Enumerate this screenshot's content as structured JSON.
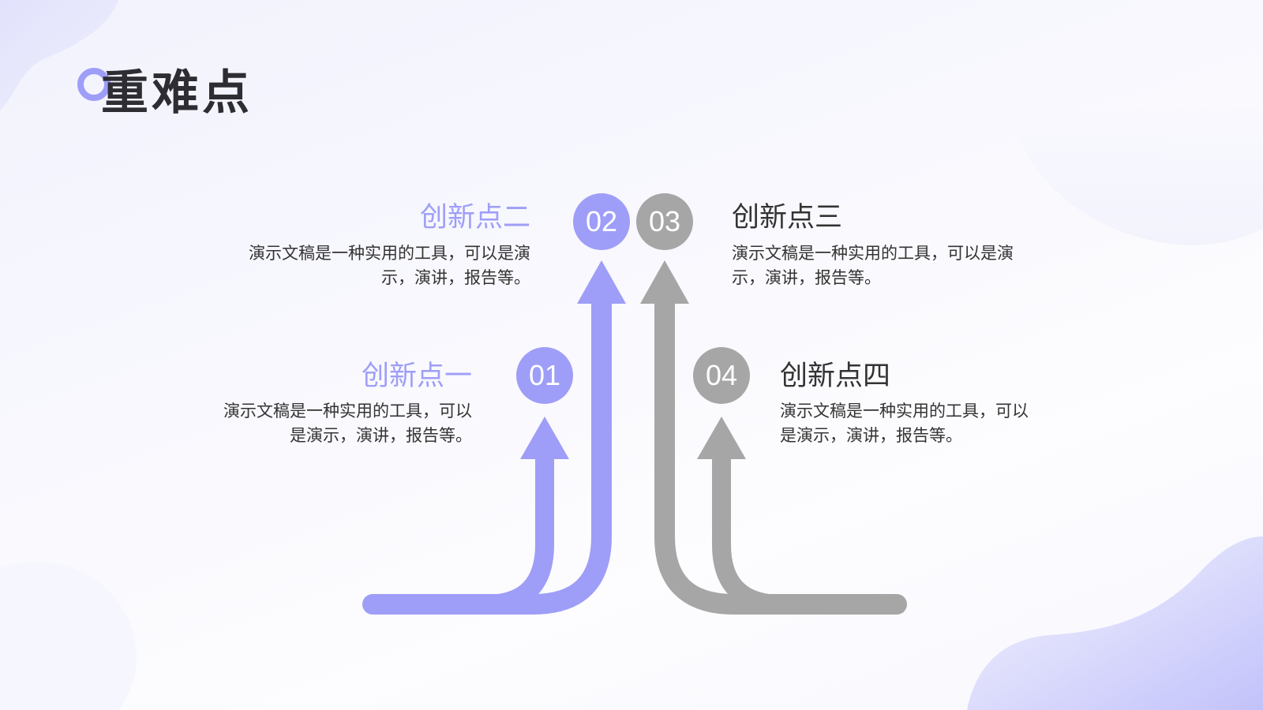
{
  "title": "重难点",
  "colors": {
    "accent": "#9e9ef8",
    "gray": "#a6a6a6",
    "text": "#333333",
    "title": "#2d2d33"
  },
  "items": [
    {
      "number": "01",
      "heading": "创新点一",
      "description": "演示文稿是一种实用的工具，可以是演示，演讲，报告等。",
      "line1": "演示文稿是一种实用的工具，可以",
      "line2": "是演示，演讲，报告等。"
    },
    {
      "number": "02",
      "heading": "创新点二",
      "description": "演示文稿是一种实用的工具，可以是演示，演讲，报告等。",
      "line1": "演示文稿是一种实用的工具，可以是演",
      "line2": "示，演讲，报告等。"
    },
    {
      "number": "03",
      "heading": "创新点三",
      "description": "演示文稿是一种实用的工具，可以是演示，演讲，报告等。",
      "line1": "演示文稿是一种实用的工具，可以是演",
      "line2": "示，演讲，报告等。"
    },
    {
      "number": "04",
      "heading": "创新点四",
      "description": "演示文稿是一种实用的工具，可以是演示，演讲，报告等。",
      "line1": "演示文稿是一种实用的工具，可以",
      "line2": "是演示，演讲，报告等。"
    }
  ]
}
